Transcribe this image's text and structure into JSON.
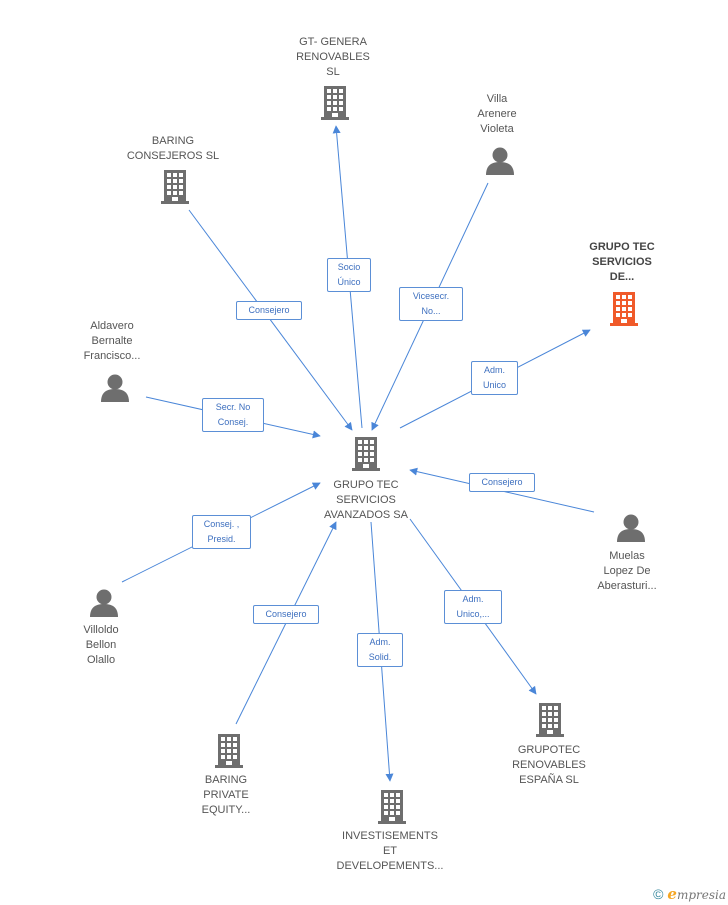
{
  "colors": {
    "edge": "#4a86d8",
    "icon": "#6e6e6e",
    "highlight": "#f05a2a"
  },
  "nodes": [
    {
      "id": "center",
      "type": "company",
      "label": "GRUPO TEC\nSERVICIOS\nAVANZADOS SA"
    },
    {
      "id": "gtgenera",
      "type": "company",
      "label": "GT- GENERA\nRENOVABLES\nSL"
    },
    {
      "id": "baringcons",
      "type": "company",
      "label": "BARING\nCONSEJEROS SL"
    },
    {
      "id": "villa",
      "type": "person",
      "label": "Villa\nArenere\nVioleta"
    },
    {
      "id": "grupotec_main",
      "type": "company",
      "highlight": true,
      "label": "GRUPO TEC\nSERVICIOS\nDE..."
    },
    {
      "id": "aldavero",
      "type": "person",
      "label": "Aldavero\nBernalte\nFrancisco..."
    },
    {
      "id": "muelas",
      "type": "person",
      "label": "Muelas\nLopez De\nAberasturi..."
    },
    {
      "id": "villoldo",
      "type": "person",
      "label": "Villoldo\nBellon\nOlallo"
    },
    {
      "id": "baringpriv",
      "type": "company",
      "label": "BARING\nPRIVATE\nEQUITY..."
    },
    {
      "id": "invest",
      "type": "company",
      "label": "INVESTISEMENTS\nET\nDEVELOPEMENTS..."
    },
    {
      "id": "grupotecren",
      "type": "company",
      "label": "GRUPOTEC\nRENOVABLES\nESPAÑA SL"
    }
  ],
  "edges": [
    {
      "id": "e_gtgenera",
      "label": "Socio\nÚnico"
    },
    {
      "id": "e_baringcons",
      "label": "Consejero"
    },
    {
      "id": "e_villa",
      "label": "Vicesecr.\nNo..."
    },
    {
      "id": "e_main",
      "label": "Adm.\nUnico"
    },
    {
      "id": "e_aldavero",
      "label": "Secr.  No\nConsej."
    },
    {
      "id": "e_muelas",
      "label": "Consejero"
    },
    {
      "id": "e_villoldo",
      "label": "Consej. ,\nPresid."
    },
    {
      "id": "e_baringpriv",
      "label": "Consejero"
    },
    {
      "id": "e_invest",
      "label": "Adm.\nSolid."
    },
    {
      "id": "e_grupotecren",
      "label": "Adm.\nUnico,..."
    }
  ],
  "footer": {
    "copyright_symbol": "©",
    "brand_initial": "e",
    "brand_rest": "mpresia"
  }
}
